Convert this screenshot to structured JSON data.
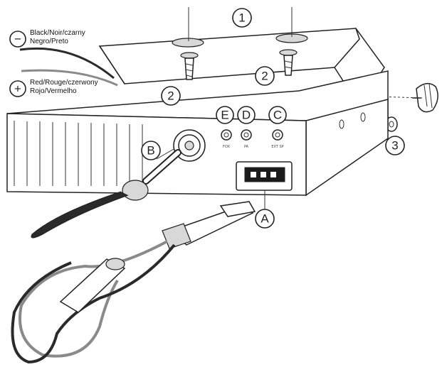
{
  "legend": {
    "negative": {
      "symbol": "−",
      "line1": "Black/Noir/czarny",
      "line2": "Negro/Preto"
    },
    "positive": {
      "symbol": "+",
      "line1": "Red/Rouge/czerwony",
      "line2": "Rojo/Vermelho"
    }
  },
  "callouts": {
    "bracket": "1",
    "screw_right": "2",
    "screw_left": "2",
    "washer": "3",
    "power_connector": "A",
    "antenna_connector": "B",
    "jack_c": "C",
    "jack_d": "D",
    "jack_e": "E"
  },
  "jack_labels": {
    "e": "FOX",
    "d": "PA",
    "c": "EXT SP"
  },
  "colors": {
    "ink": "#222222",
    "red_wire": "#8a8a8a",
    "black_wire": "#2a2a2a",
    "plug_grey": "#bdbdbd"
  }
}
